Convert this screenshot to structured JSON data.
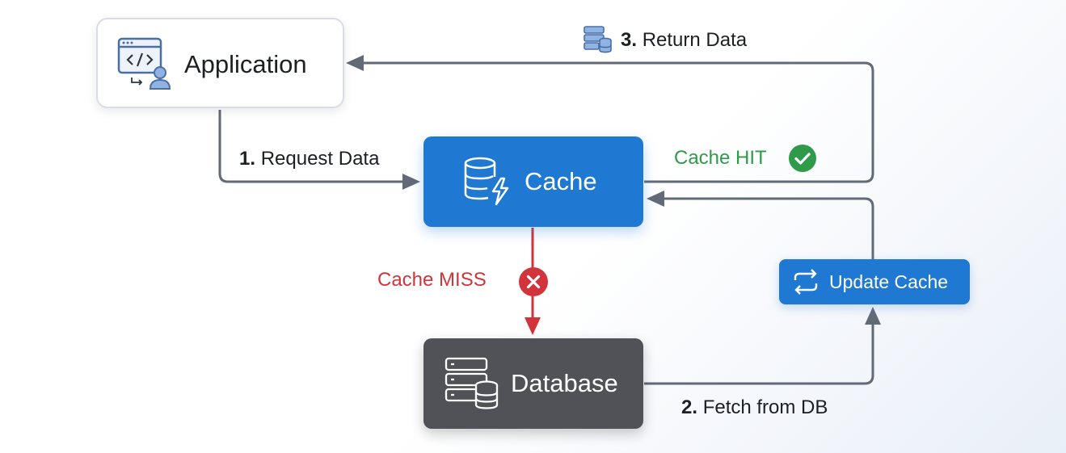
{
  "nodes": {
    "application": {
      "label": "Application"
    },
    "cache": {
      "label": "Cache"
    },
    "database": {
      "label": "Database"
    },
    "update_cache": {
      "label": "Update Cache"
    }
  },
  "edges": {
    "request": {
      "step": "1.",
      "text": "Request Data"
    },
    "fetch": {
      "step": "2.",
      "text": "Fetch from DB"
    },
    "return": {
      "step": "3.",
      "text": "Return Data"
    },
    "hit": {
      "text": "Cache HIT",
      "icon": "check-circle-icon"
    },
    "miss": {
      "text": "Cache MISS",
      "icon": "x-circle-icon"
    }
  },
  "colors": {
    "primary_blue": "#1f79d3",
    "database_gray": "#505257",
    "hit_green": "#2f9a4a",
    "miss_red": "#d1343b",
    "arrow_gray": "#626a78"
  }
}
